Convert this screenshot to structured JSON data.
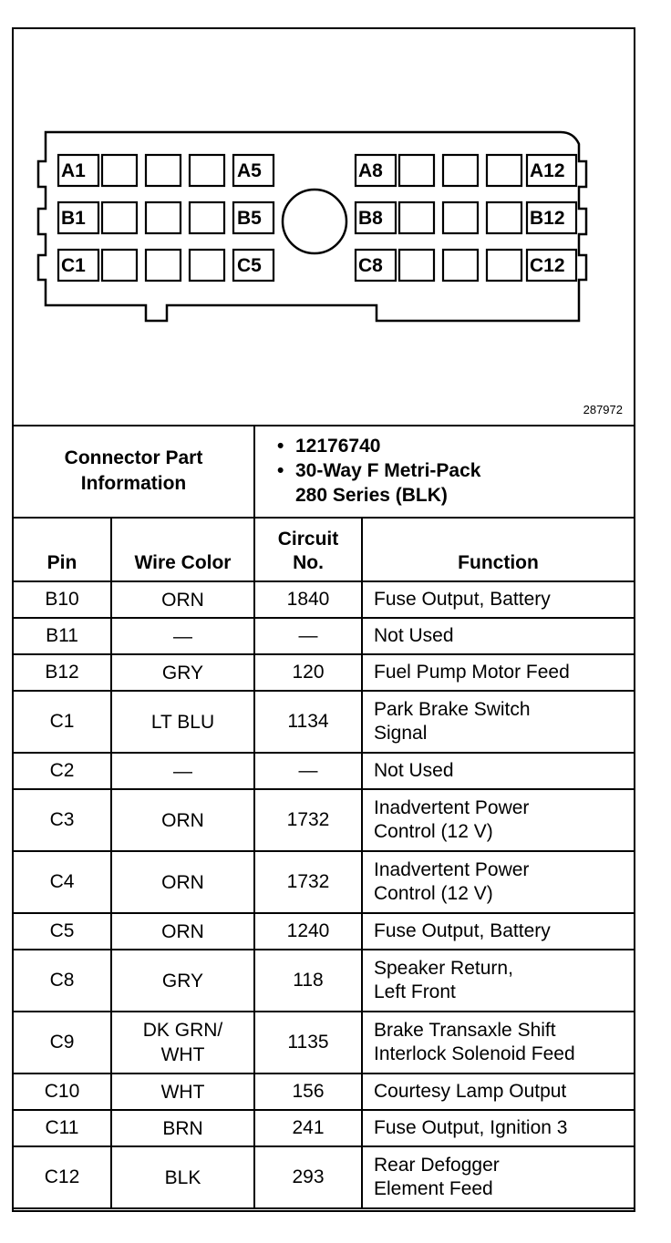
{
  "connector": {
    "figure_id": "287972",
    "pin_labels": {
      "A1": "A1",
      "A5": "A5",
      "A8": "A8",
      "A12": "A12",
      "B1": "B1",
      "B5": "B5",
      "B8": "B8",
      "B12": "B12",
      "C1": "C1",
      "C5": "C5",
      "C8": "C8",
      "C12": "C12"
    }
  },
  "part_info": {
    "label_line1": "Connector Part",
    "label_line2": "Information",
    "part_number": "12176740",
    "description_line1": "30-Way F Metri-Pack",
    "description_line2": "280 Series (BLK)"
  },
  "headers": {
    "pin": "Pin",
    "wire_color": "Wire Color",
    "circuit_line1": "Circuit",
    "circuit_line2": "No.",
    "function": "Function"
  },
  "rows": [
    {
      "pin": "B10",
      "wire": [
        "ORN"
      ],
      "circuit": "1840",
      "function": [
        "Fuse Output, Battery"
      ]
    },
    {
      "pin": "B11",
      "wire": [
        "—"
      ],
      "circuit": "—",
      "function": [
        "Not Used"
      ]
    },
    {
      "pin": "B12",
      "wire": [
        "GRY"
      ],
      "circuit": "120",
      "function": [
        "Fuel Pump Motor Feed"
      ]
    },
    {
      "pin": "C1",
      "wire": [
        "LT BLU"
      ],
      "circuit": "1134",
      "function": [
        "Park Brake Switch",
        "Signal"
      ]
    },
    {
      "pin": "C2",
      "wire": [
        "—"
      ],
      "circuit": "—",
      "function": [
        "Not Used"
      ]
    },
    {
      "pin": "C3",
      "wire": [
        "ORN"
      ],
      "circuit": "1732",
      "function": [
        "Inadvertent Power",
        "Control (12 V)"
      ]
    },
    {
      "pin": "C4",
      "wire": [
        "ORN"
      ],
      "circuit": "1732",
      "function": [
        "Inadvertent Power",
        "Control (12 V)"
      ]
    },
    {
      "pin": "C5",
      "wire": [
        "ORN"
      ],
      "circuit": "1240",
      "function": [
        "Fuse Output, Battery"
      ]
    },
    {
      "pin": "C8",
      "wire": [
        "GRY"
      ],
      "circuit": "118",
      "function": [
        "Speaker Return,",
        "Left Front"
      ]
    },
    {
      "pin": "C9",
      "wire": [
        "DK GRN/",
        "WHT"
      ],
      "circuit": "1135",
      "function": [
        "Brake Transaxle Shift",
        "Interlock Solenoid Feed"
      ]
    },
    {
      "pin": "C10",
      "wire": [
        "WHT"
      ],
      "circuit": "156",
      "function": [
        "Courtesy Lamp Output"
      ]
    },
    {
      "pin": "C11",
      "wire": [
        "BRN"
      ],
      "circuit": "241",
      "function": [
        "Fuse Output, Ignition 3"
      ]
    },
    {
      "pin": "C12",
      "wire": [
        "BLK"
      ],
      "circuit": "293",
      "function": [
        "Rear Defogger",
        "Element Feed"
      ]
    }
  ]
}
